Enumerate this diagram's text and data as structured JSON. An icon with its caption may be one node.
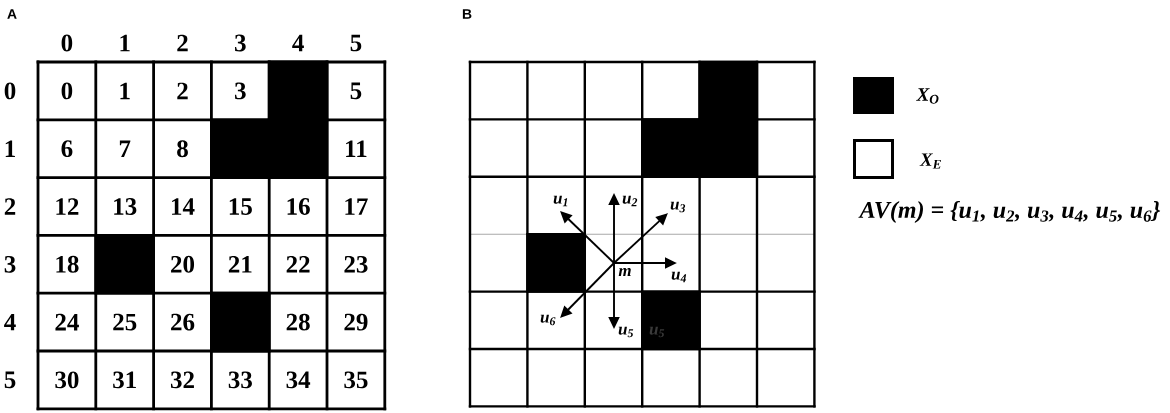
{
  "diagram": {
    "labels": [
      "A",
      "0",
      "1",
      "2",
      "3",
      "4",
      "5",
      "0",
      "0",
      "1",
      "2",
      "3",
      "5",
      "1",
      "6",
      "7",
      "8",
      "11",
      "2",
      "12",
      "13",
      "14",
      "15",
      "16",
      "17",
      "3",
      "18",
      "20",
      "21",
      "22",
      "23",
      "4",
      "24",
      "25",
      "26",
      "28",
      "29",
      "5",
      "30",
      "31",
      "32",
      "33",
      "34",
      "35",
      "B",
      "u$_{1}$",
      "u$_{2}$",
      "u$_{3}$",
      "m",
      "u$_{4}$",
      "u$_{6}$",
      "u$_{5}$",
      "u$_{5}$",
      "AV(m) = {u$_{1}$, u$_{2}$, u$_{3}$, u$_{4}$, u$_{5}$, u$_{6}$}"
    ],
    "legend": [
      {
        "text": "X$_{O}$",
        "color": "#000000"
      },
      {
        "text": "X$_{E}$",
        "color": "#ffffff"
      }
    ]
  }
}
